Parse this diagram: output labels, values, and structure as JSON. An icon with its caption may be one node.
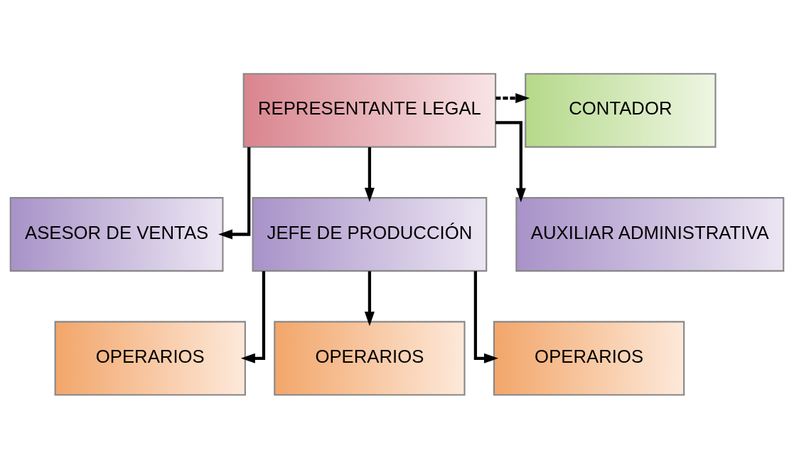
{
  "diagram": {
    "nodes": [
      {
        "text": [
          "REPRESENTANTE LEGAL"
        ]
      },
      {
        "text": [
          "CONTADOR"
        ]
      },
      {
        "text": [
          "ASESOR DE VENTAS"
        ]
      },
      {
        "text": [
          "JEFE DE PRODUCCIÓN"
        ]
      },
      {
        "text": [
          "AUXILIAR ADMINISTRATIVA"
        ]
      },
      {
        "text": [
          "OPERARIOS"
        ]
      },
      {
        "text": [
          "OPERARIOS"
        ]
      },
      {
        "text": [
          "OPERARIOS"
        ]
      }
    ],
    "edges": [
      {
        "from": 0,
        "to": 1,
        "arrow": "to",
        "style": "dashed"
      },
      {
        "from": 0,
        "to": 2,
        "arrow": "to"
      },
      {
        "from": 0,
        "to": 3,
        "arrow": "to"
      },
      {
        "from": 0,
        "to": 4,
        "arrow": "to"
      },
      {
        "from": 3,
        "to": 5,
        "arrow": "to"
      },
      {
        "from": 3,
        "to": 6,
        "arrow": "to"
      },
      {
        "from": 3,
        "to": 7,
        "arrow": "to"
      }
    ]
  }
}
